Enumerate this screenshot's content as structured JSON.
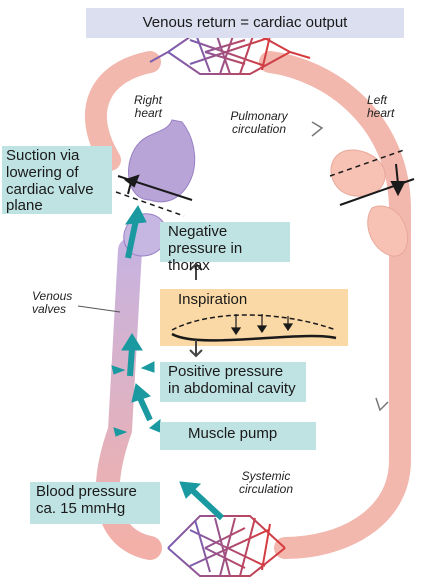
{
  "title": "Venous return = cardiac output",
  "labels": {
    "right_heart": "Right heart",
    "left_heart": "Left heart",
    "pulmonary": "Pulmonary circulation",
    "systemic": "Systemic circulation",
    "venous_valves": "Venous valves"
  },
  "boxes": {
    "suction": "Suction via lowering of cardiac valve plane",
    "negative_pressure": "Negative pressure in thorax",
    "inspiration": "Inspiration",
    "positive_pressure": "Positive pressure in abdominal cavity",
    "muscle_pump": "Muscle pump",
    "blood_pressure": "Blood pressure ca. 15 mmHg"
  },
  "colors": {
    "teal_box": "#bfe2e3",
    "title_box": "#dcdff0",
    "inspiration_box": "#fbd9a6",
    "vessel": "#f2b7ad",
    "heart_right": "#b9a4d8",
    "heart_left": "#f7c2b4",
    "arrow_teal": "#1a9aa0"
  }
}
